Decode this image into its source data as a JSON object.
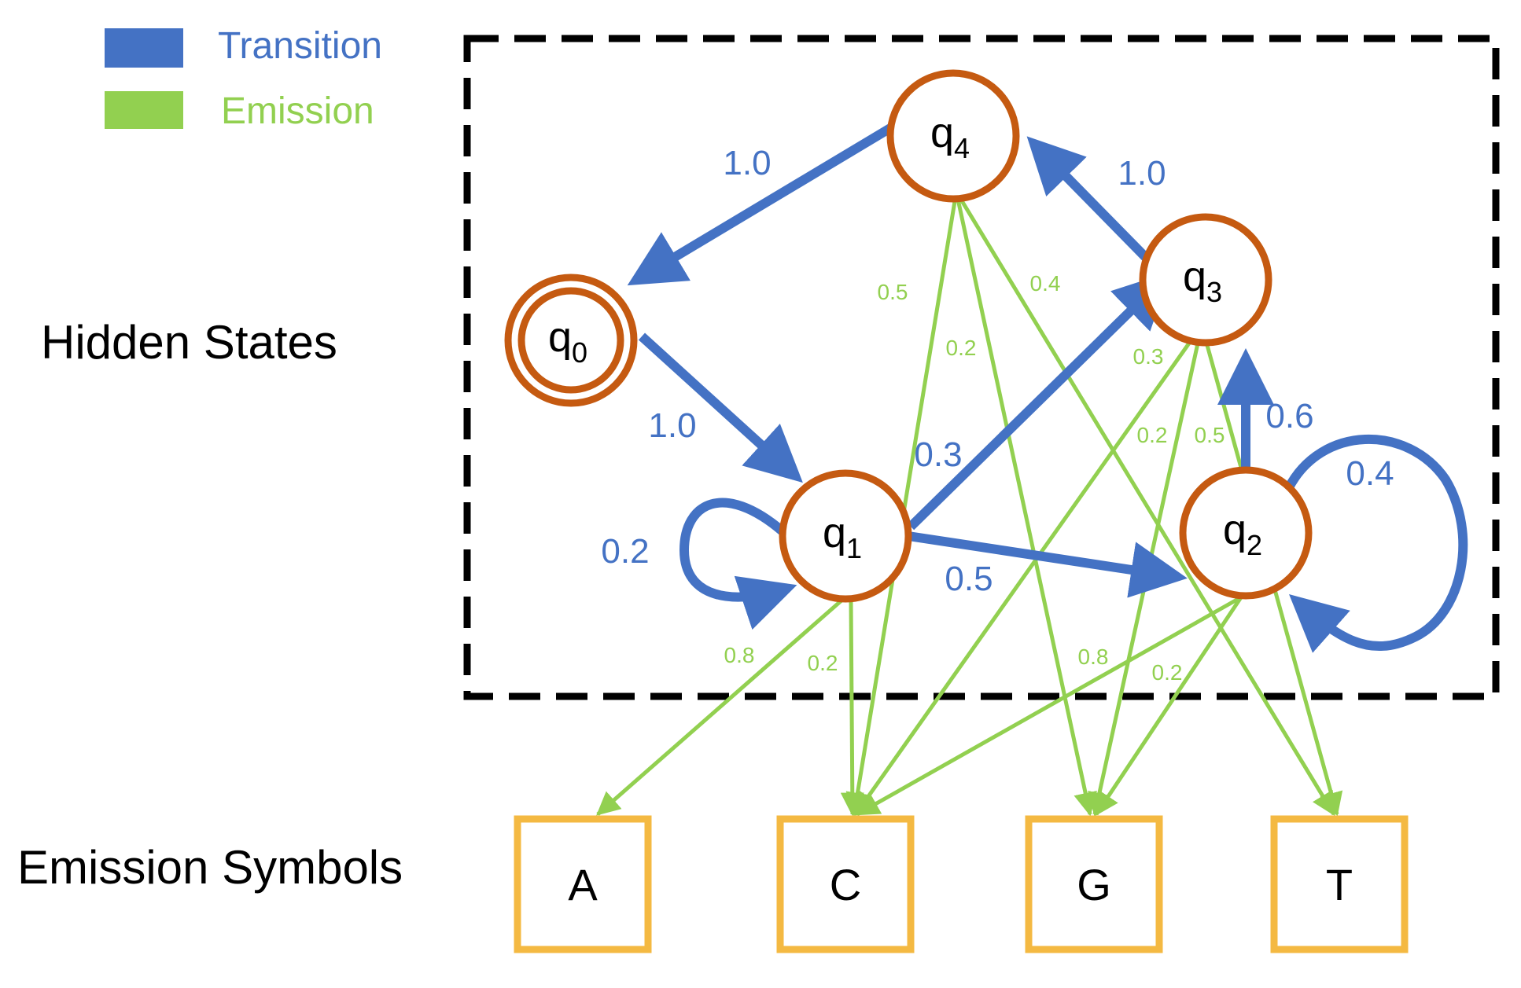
{
  "colors": {
    "transition": "#4472C4",
    "emission": "#92D050",
    "state_stroke": "#C55A11",
    "symbol_stroke": "#F4B942",
    "frame": "#000000"
  },
  "legend": {
    "transition_label": "Transition",
    "emission_label": "Emission"
  },
  "labels": {
    "hidden_states": "Hidden States",
    "emission_symbols": "Emission Symbols"
  },
  "states": [
    {
      "id": "q0",
      "base": "q",
      "sub": "0",
      "accepting": true
    },
    {
      "id": "q1",
      "base": "q",
      "sub": "1",
      "accepting": false
    },
    {
      "id": "q2",
      "base": "q",
      "sub": "2",
      "accepting": false
    },
    {
      "id": "q3",
      "base": "q",
      "sub": "3",
      "accepting": false
    },
    {
      "id": "q4",
      "base": "q",
      "sub": "4",
      "accepting": false
    }
  ],
  "symbols": [
    {
      "id": "A",
      "label": "A"
    },
    {
      "id": "C",
      "label": "C"
    },
    {
      "id": "G",
      "label": "G"
    },
    {
      "id": "T",
      "label": "T"
    }
  ],
  "transitions": [
    {
      "from": "q4",
      "to": "q0",
      "label": "1.0"
    },
    {
      "from": "q0",
      "to": "q1",
      "label": "1.0"
    },
    {
      "from": "q1",
      "to": "q1",
      "label": "0.2"
    },
    {
      "from": "q1",
      "to": "q3",
      "label": "0.3"
    },
    {
      "from": "q1",
      "to": "q2",
      "label": "0.5"
    },
    {
      "from": "q2",
      "to": "q3",
      "label": "0.6"
    },
    {
      "from": "q2",
      "to": "q2",
      "label": "0.4"
    },
    {
      "from": "q3",
      "to": "q4",
      "label": "1.0"
    }
  ],
  "emissions": [
    {
      "from": "q1",
      "to": "A",
      "label": "0.8"
    },
    {
      "from": "q1",
      "to": "C",
      "label": "0.2"
    },
    {
      "from": "q4",
      "to": "C",
      "label": "0.5"
    },
    {
      "from": "q4",
      "to": "G",
      "label": "0.2"
    },
    {
      "from": "q4",
      "to": "T",
      "label": "0.4"
    },
    {
      "from": "q3",
      "to": "C",
      "label": "0.3"
    },
    {
      "from": "q3",
      "to": "G",
      "label": "0.2"
    },
    {
      "from": "q3",
      "to": "T",
      "label": "0.5"
    },
    {
      "from": "q2",
      "to": "C",
      "label": "0.8"
    },
    {
      "from": "q2",
      "to": "G",
      "label": "0.2"
    }
  ]
}
